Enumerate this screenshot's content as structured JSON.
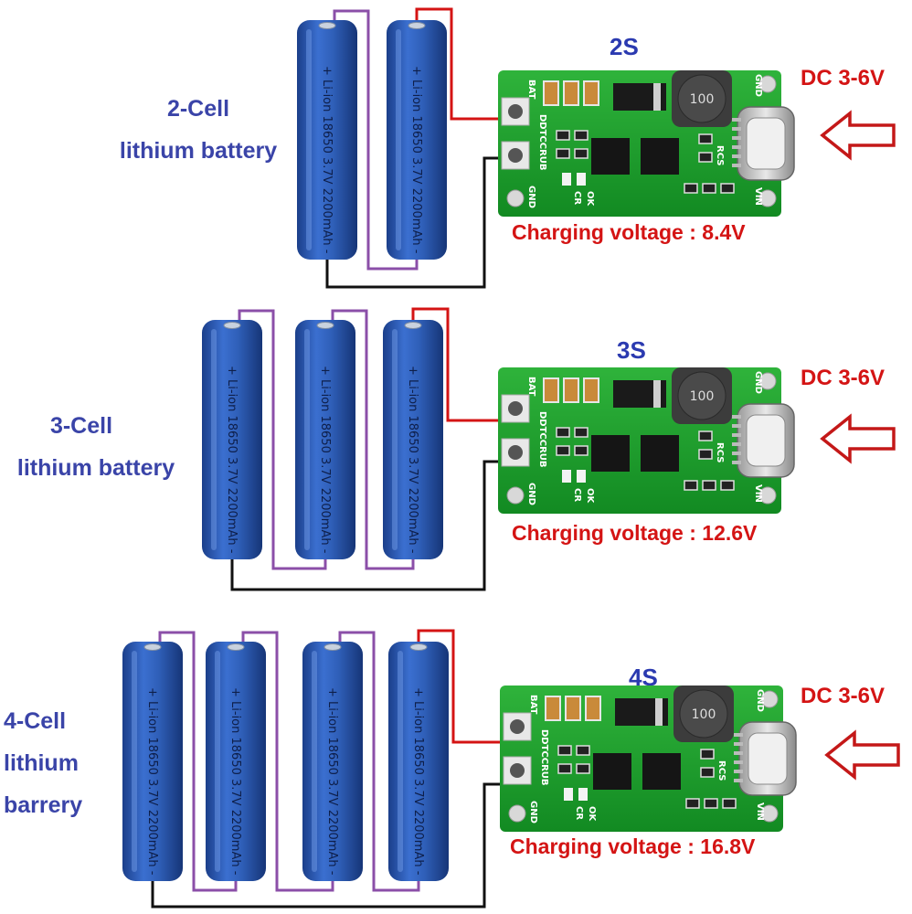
{
  "battery_print": "+ Li-ion 18650 3.7V 2200mAh -",
  "board": {
    "pin_bat": "BAT",
    "pin_gnd": "GND",
    "pin_mode": "DDTCCRUB",
    "pin_gnd_right": "GND",
    "pin_vin": "VIN",
    "res_label": "RCS",
    "led_ok": "OK",
    "led_cr": "CR",
    "inductor": "100"
  },
  "sections": [
    {
      "label_lines": [
        "2-Cell",
        "lithium battery"
      ],
      "series": "2S",
      "input": "DC 3-6V",
      "charging": "Charging voltage : 8.4V",
      "cells": 2
    },
    {
      "label_lines": [
        "3-Cell",
        "lithium battery"
      ],
      "series": "3S",
      "input": "DC 3-6V",
      "charging": "Charging voltage : 12.6V",
      "cells": 3
    },
    {
      "label_lines": [
        "4-Cell",
        "lithium",
        "barrery"
      ],
      "series": "4S",
      "input": "DC 3-6V",
      "charging": "Charging voltage : 16.8V",
      "cells": 4
    }
  ],
  "colors": {
    "battery": "#2f5fb8",
    "wire_series": "#8b4fa8",
    "wire_pos": "#d41414",
    "wire_neg": "#111111",
    "pcb": "#1a9a2a",
    "arrow": "#c41818"
  }
}
